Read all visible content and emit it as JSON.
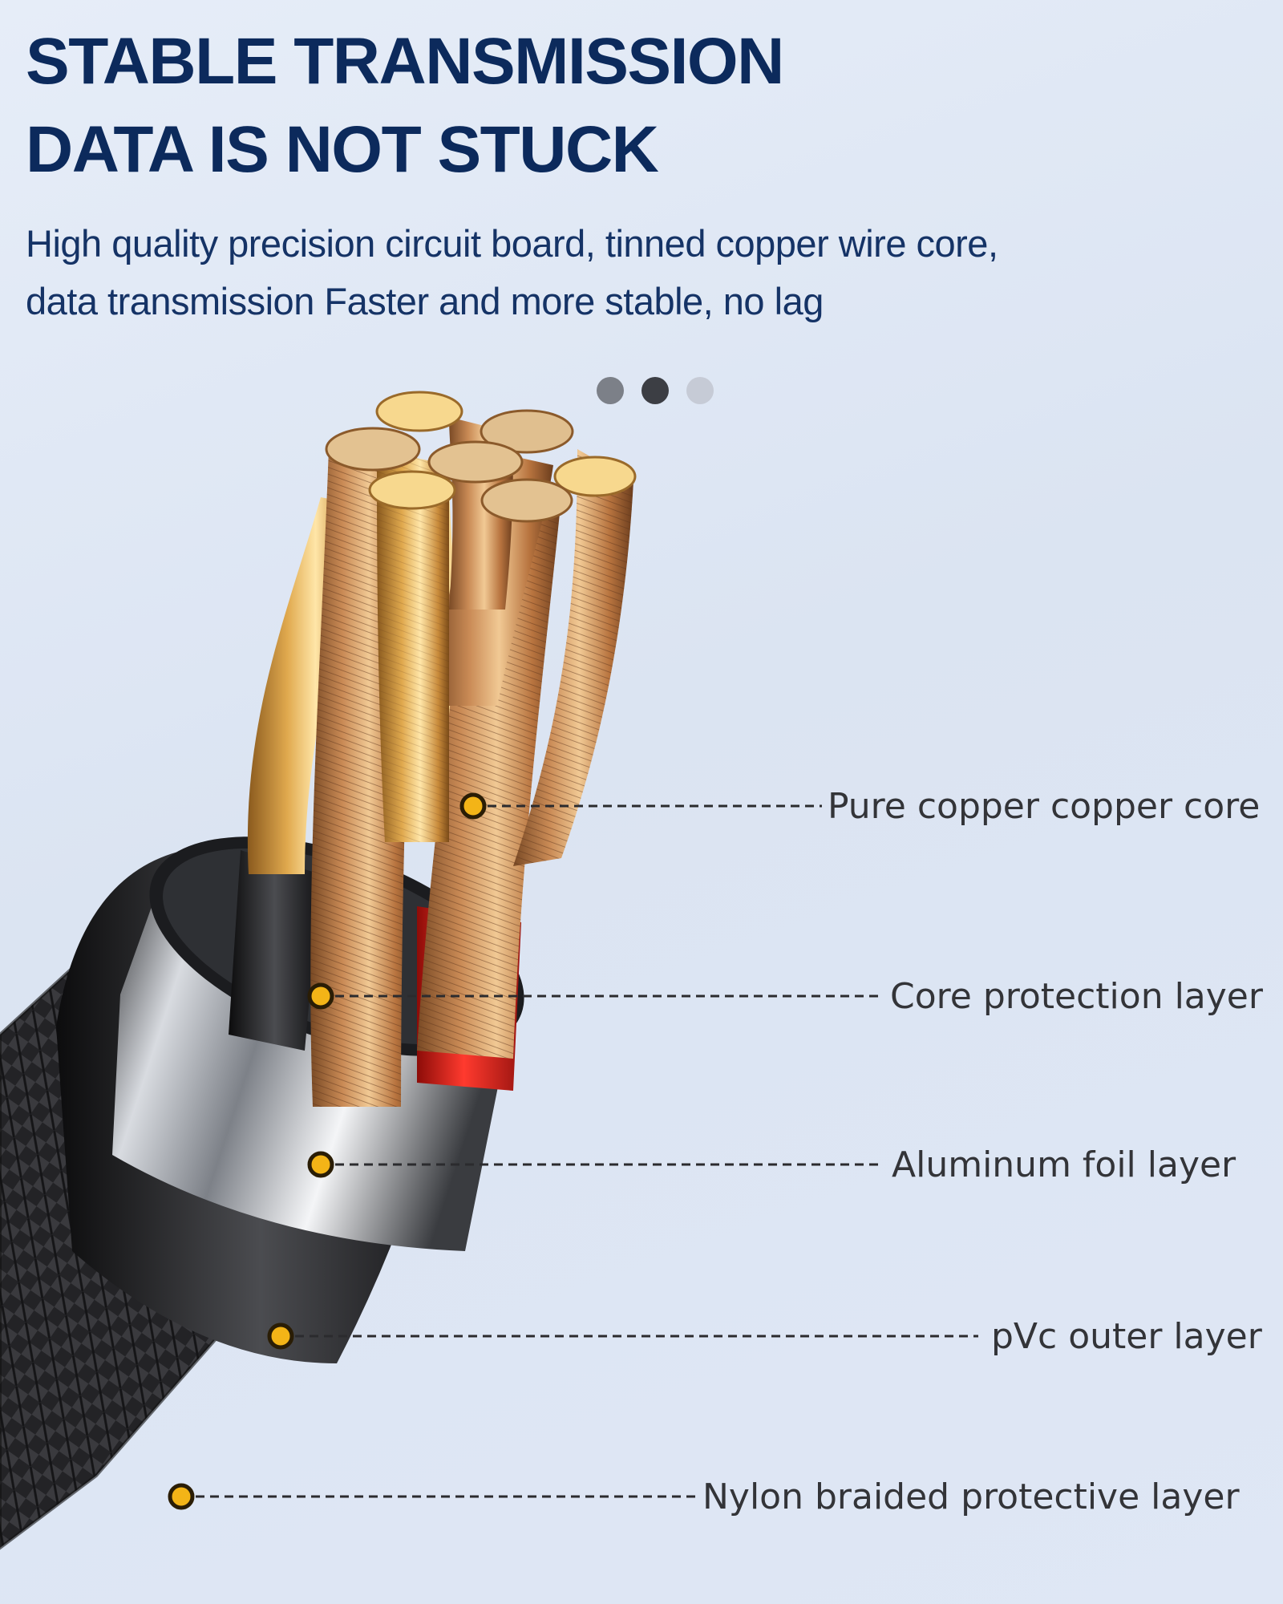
{
  "headline": {
    "line1": "STABLE TRANSMISSION",
    "line2": "DATA IS NOT STUCK"
  },
  "subtitle": {
    "line1": "High quality precision circuit board, tinned copper wire core,",
    "line2": "data transmission Faster and more stable, no lag"
  },
  "carousel": {
    "dot_count": 3,
    "active_index": 1
  },
  "callouts": [
    {
      "label": "Pure copper copper core"
    },
    {
      "label": "Core protection layer"
    },
    {
      "label": "Aluminum foil layer"
    },
    {
      "label": "pVc outer layer"
    },
    {
      "label": "Nylon braided protective layer"
    }
  ],
  "colors": {
    "headline": "#0c2a5c",
    "subtitle": "#153366",
    "callout_text": "#333438",
    "marker": "#f3b417",
    "copper": "#c98a55",
    "red_insulation": "#e0201a",
    "black_insulation": "#1a1a1c",
    "foil": "#c9cdd3",
    "braid": "#2a2a2d"
  }
}
